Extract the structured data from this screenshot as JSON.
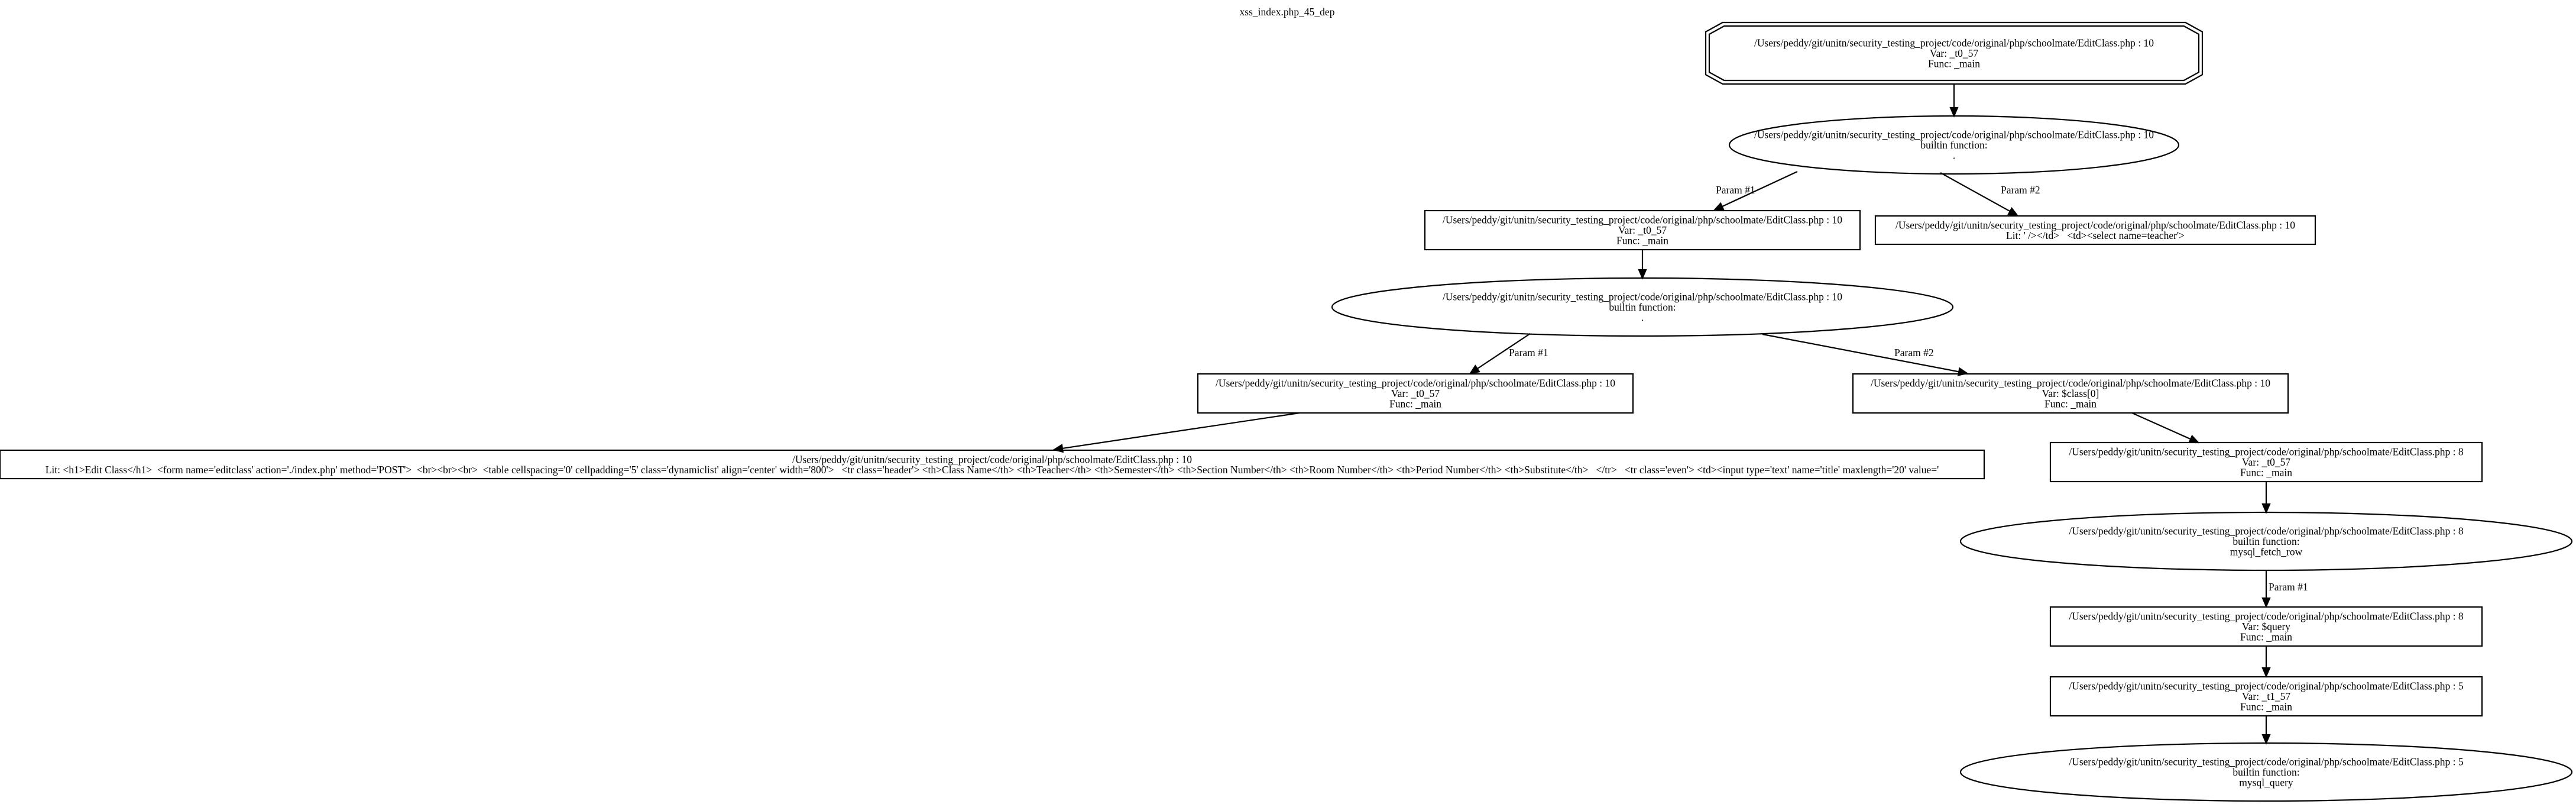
{
  "graph_title": "xss_index.php_45_dep",
  "nodes": [
    {
      "id": "n0",
      "shape": "doubleoctagon",
      "lines": [
        "/Users/peddy/git/unitn/security_testing_project/code/original/php/schoolmate/EditClass.php : 10",
        "Var: _t0_57",
        "Func: _main"
      ]
    },
    {
      "id": "n1",
      "shape": "ellipse",
      "lines": [
        "/Users/peddy/git/unitn/security_testing_project/code/original/php/schoolmate/EditClass.php : 10",
        "builtin function:",
        "."
      ]
    },
    {
      "id": "n2",
      "shape": "box",
      "lines": [
        "/Users/peddy/git/unitn/security_testing_project/code/original/php/schoolmate/EditClass.php : 10",
        "Var: _t0_57",
        "Func: _main"
      ]
    },
    {
      "id": "n3",
      "shape": "box",
      "lines": [
        "/Users/peddy/git/unitn/security_testing_project/code/original/php/schoolmate/EditClass.php : 10",
        "Lit: ' /></td>   <td><select name=teacher'>"
      ]
    },
    {
      "id": "n4",
      "shape": "ellipse",
      "lines": [
        "/Users/peddy/git/unitn/security_testing_project/code/original/php/schoolmate/EditClass.php : 10",
        "builtin function:",
        "."
      ]
    },
    {
      "id": "n5",
      "shape": "box",
      "lines": [
        "/Users/peddy/git/unitn/security_testing_project/code/original/php/schoolmate/EditClass.php : 10",
        "Var: _t0_57",
        "Func: _main"
      ]
    },
    {
      "id": "n6",
      "shape": "box",
      "lines": [
        "/Users/peddy/git/unitn/security_testing_project/code/original/php/schoolmate/EditClass.php : 10",
        "Var: $class[0]",
        "Func: _main"
      ]
    },
    {
      "id": "n7",
      "shape": "box",
      "lines": [
        "/Users/peddy/git/unitn/security_testing_project/code/original/php/schoolmate/EditClass.php : 10",
        "Lit: <h1>Edit Class</h1>  <form name='editclass' action='./index.php' method='POST'>  <br><br><br>  <table cellspacing='0' cellpadding='5' class='dynamiclist' align='center' width='800'>   <tr class='header'> <th>Class Name</th> <th>Teacher</th> <th>Semester</th> <th>Section Number</th> <th>Room Number</th> <th>Period Number</th> <th>Substitute</th>   </tr>   <tr class='even'> <td><input type='text' name='title' maxlength='20' value='"
      ]
    },
    {
      "id": "n8",
      "shape": "box",
      "lines": [
        "/Users/peddy/git/unitn/security_testing_project/code/original/php/schoolmate/EditClass.php : 8",
        "Var: _t0_57",
        "Func: _main"
      ]
    },
    {
      "id": "n9",
      "shape": "ellipse",
      "lines": [
        "/Users/peddy/git/unitn/security_testing_project/code/original/php/schoolmate/EditClass.php : 8",
        "builtin function:",
        "mysql_fetch_row"
      ]
    },
    {
      "id": "n10",
      "shape": "box",
      "lines": [
        "/Users/peddy/git/unitn/security_testing_project/code/original/php/schoolmate/EditClass.php : 8",
        "Var: $query",
        "Func: _main"
      ]
    },
    {
      "id": "n11",
      "shape": "box",
      "lines": [
        "/Users/peddy/git/unitn/security_testing_project/code/original/php/schoolmate/EditClass.php : 5",
        "Var: _t1_57",
        "Func: _main"
      ]
    },
    {
      "id": "n12",
      "shape": "ellipse",
      "lines": [
        "/Users/peddy/git/unitn/security_testing_project/code/original/php/schoolmate/EditClass.php : 5",
        "builtin function:",
        "mysql_query"
      ]
    }
  ],
  "edges": [
    {
      "from": "n0",
      "to": "n1",
      "label": ""
    },
    {
      "from": "n1",
      "to": "n2",
      "label": "Param #1"
    },
    {
      "from": "n1",
      "to": "n3",
      "label": "Param #2"
    },
    {
      "from": "n2",
      "to": "n4",
      "label": ""
    },
    {
      "from": "n4",
      "to": "n5",
      "label": "Param #1"
    },
    {
      "from": "n4",
      "to": "n6",
      "label": "Param #2"
    },
    {
      "from": "n5",
      "to": "n7",
      "label": ""
    },
    {
      "from": "n6",
      "to": "n8",
      "label": ""
    },
    {
      "from": "n8",
      "to": "n9",
      "label": ""
    },
    {
      "from": "n9",
      "to": "n10",
      "label": "Param #1"
    },
    {
      "from": "n10",
      "to": "n11",
      "label": ""
    },
    {
      "from": "n11",
      "to": "n12",
      "label": ""
    }
  ]
}
